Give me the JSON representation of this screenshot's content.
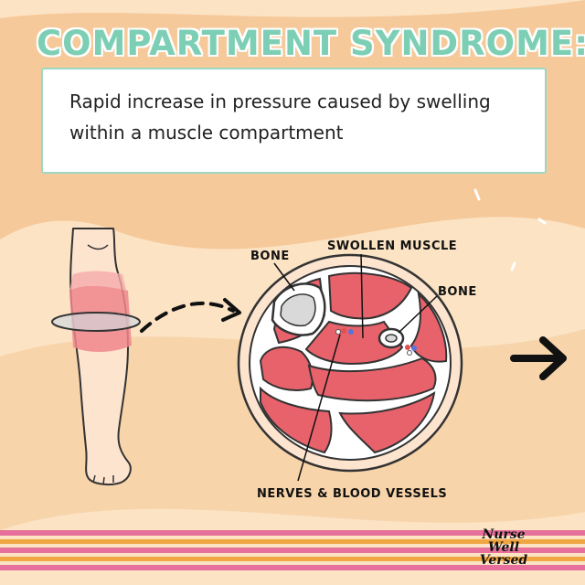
{
  "title": "COMPARTMENT SYNDROME:",
  "definition": "Rapid increase in pressure caused by swelling within a muscle compartment",
  "labels": {
    "bone_left": "BONE",
    "swollen_muscle": "SWOLLEN MUSCLE",
    "bone_right": "BONE",
    "nerves": "NERVES & BLOOD VESSELS"
  },
  "logo": {
    "line1": "Nurse",
    "line2": "Well",
    "line3": "Versed"
  },
  "colors": {
    "background": "#fbe3c4",
    "accent_band": "#f6c99a",
    "title": "#7ccfb4",
    "muscle": "#e8626b",
    "swelling": "#f0868c",
    "stripe_pink": "#e6709b",
    "stripe_orange": "#f0a642"
  }
}
